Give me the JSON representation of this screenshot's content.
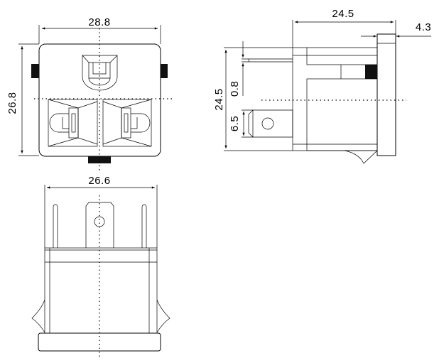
{
  "dimensions": {
    "front_width": "28.8",
    "front_height": "26.8",
    "side_depth": "24.5",
    "side_flange": "4.3",
    "side_height": "24.5",
    "pin_thickness": "0.8",
    "terminal_width": "6.5",
    "bottom_width": "26.6"
  },
  "colors": {
    "line": "#000000",
    "tab_fill": "#111111",
    "background": "#ffffff"
  }
}
